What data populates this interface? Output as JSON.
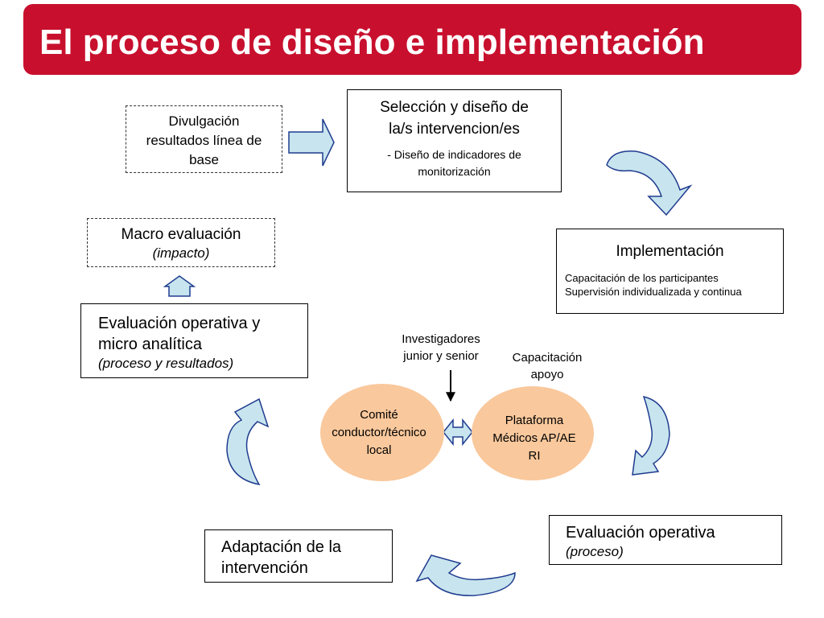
{
  "slide": {
    "title": "El proceso de diseño e implementación"
  },
  "boxes": {
    "divulgacion": {
      "line1": "Divulgación",
      "line2": "resultados línea de",
      "line3": "base"
    },
    "seleccion": {
      "line1": "Selección y diseño de",
      "line2": "la/s intervencion/es",
      "detail1": "- Diseño de indicadores de",
      "detail2": "monitorización"
    },
    "implementacion": {
      "title": "Implementación",
      "detail1": "Capacitación de los participantes",
      "detail2": "Supervisión individualizada y continua"
    },
    "macro": {
      "title": "Macro evaluación",
      "subtitle": "(impacto)"
    },
    "eval_micro": {
      "line1": "Evaluación operativa y",
      "line2": "micro analítica",
      "subtitle": "(proceso y resultados)"
    },
    "eval_operativa": {
      "title": "Evaluación operativa",
      "subtitle": "(proceso)"
    },
    "adaptacion": {
      "line1": "Adaptación de la",
      "line2": "intervención"
    }
  },
  "center": {
    "investigadores": {
      "line1": "Investigadores",
      "line2": "junior y senior"
    },
    "capacitacion": {
      "line1": "Capacitación",
      "line2": "apoyo"
    },
    "comite": {
      "line1": "Comité",
      "line2": "conductor/técnico",
      "line3": "local"
    },
    "plataforma": {
      "line1": "Plataforma",
      "line2": "Médicos AP/AE",
      "line3": "RI"
    }
  },
  "colors": {
    "title_bar": "#c8102e",
    "arrow_fill": "#c8e4ee",
    "arrow_stroke": "#1f3c8f",
    "blob_fill": "#f9c89c"
  }
}
